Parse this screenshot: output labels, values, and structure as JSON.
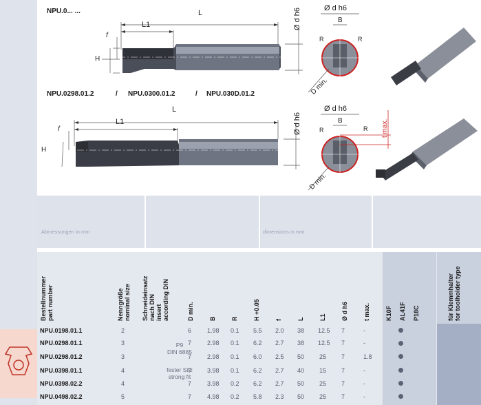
{
  "drawings": {
    "top_title": "NPU.0... ...",
    "bottom_title_1": "NPU.0298.01.2",
    "bottom_title_sep_1": "/",
    "bottom_title_2": "NPU.0300.01.2",
    "bottom_title_sep_2": "/",
    "bottom_title_3": "NPU.030D.01.2",
    "dim_L": "L",
    "dim_L1": "L1",
    "dim_f": "f",
    "dim_H": "H",
    "dim_d": "Ø d h6",
    "dim_d2": "Ø d h6",
    "dim_B": "B",
    "dim_R": "R",
    "dim_Dmin": "D min.",
    "dim_tmax": "t max."
  },
  "band": {
    "note_left": "Abmessungen in mm",
    "note_right": "dimensions in mm"
  },
  "table": {
    "headers": {
      "part": "Bestellnummer\npart number",
      "nominal": "Nenngröße\nnominal size",
      "insert": "Schneideinsatz\nnach DIN\ninsert\naccording DIN",
      "dmin": "D min.",
      "b": "B",
      "r": "R",
      "h": "H +0.05",
      "f": "f",
      "l": "L",
      "l1": "L1",
      "d": "Ø d h6",
      "tmax": "t max.",
      "k10f": "K10F",
      "al41f": "AL41F",
      "p18c": "P18C",
      "holder": "für Klemmhalter\nfor toolholder type"
    },
    "insert_note_1": "P9",
    "insert_note_2": "DIN 6885",
    "fit_note_1": "fester Sitz",
    "fit_note_2": "strong fit",
    "rows": [
      {
        "part": "NPU.0198.01.1",
        "nominal": "2",
        "dmin": "6",
        "b": "1.98",
        "r": "0.1",
        "h": "5.5",
        "f": "2.0",
        "l": "38",
        "l1": "12.5",
        "d": "7",
        "tmax": "-"
      },
      {
        "part": "NPU.0298.01.1",
        "nominal": "3",
        "dmin": "7",
        "b": "2.98",
        "r": "0.1",
        "h": "6.2",
        "f": "2.7",
        "l": "38",
        "l1": "12.5",
        "d": "7",
        "tmax": "-"
      },
      {
        "part": "NPU.0298.01.2",
        "nominal": "3",
        "dmin": "7",
        "b": "2.98",
        "r": "0.1",
        "h": "6.0",
        "f": "2.5",
        "l": "50",
        "l1": "25",
        "d": "7",
        "tmax": "1.8"
      },
      {
        "part": "NPU.0398.01.1",
        "nominal": "4",
        "dmin": "7",
        "b": "3.98",
        "r": "0.1",
        "h": "6.2",
        "f": "2.7",
        "l": "40",
        "l1": "15",
        "d": "7",
        "tmax": "-"
      },
      {
        "part": "NPU.0398.02.2",
        "nominal": "4",
        "dmin": "7",
        "b": "3.98",
        "r": "0.2",
        "h": "6.2",
        "f": "2.7",
        "l": "50",
        "l1": "25",
        "d": "7",
        "tmax": "-"
      },
      {
        "part": "NPU.0498.02.2",
        "nominal": "5",
        "dmin": "7",
        "b": "4.98",
        "r": "0.2",
        "h": "5.8",
        "f": "2.3",
        "l": "50",
        "l1": "25",
        "d": "7",
        "tmax": "-"
      }
    ]
  }
}
